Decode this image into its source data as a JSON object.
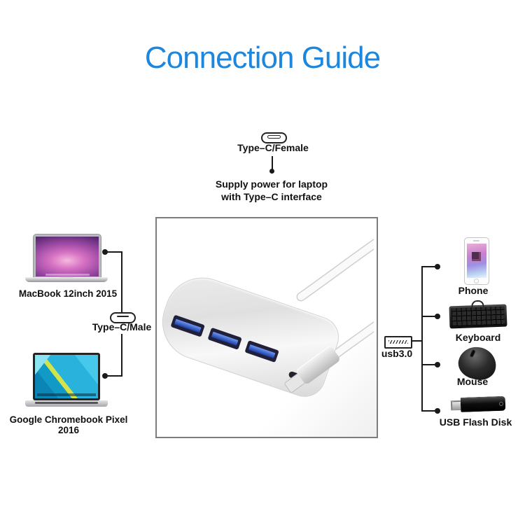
{
  "title": {
    "text": "Connection Guide"
  },
  "power_source": {
    "icon": "type-c-female-connector",
    "label": "Type–C/Female",
    "note_line1": "Supply power for laptop",
    "note_line2": "with Type–C interface"
  },
  "hosts": {
    "macbook": {
      "label": "MacBook 12inch 2015"
    },
    "connector": {
      "icon": "type-c-male-connector",
      "label": "Type–C/Male"
    },
    "chromebook": {
      "label": "Google Chromebook Pixel 2016"
    }
  },
  "hub": {
    "name": "4-port USB-C hub adapter",
    "ports": [
      "USB-A 3.0",
      "USB-A 3.0",
      "USB-A 3.0",
      "USB-C"
    ]
  },
  "peripherals": {
    "port_icon_label": "usb3.0",
    "devices": [
      {
        "name": "phone",
        "label": "Phone"
      },
      {
        "name": "keyboard",
        "label": "Keyboard"
      },
      {
        "name": "mouse",
        "label": "Mouse"
      },
      {
        "name": "usb-flash-disk",
        "label": "USB Flash Disk"
      }
    ]
  },
  "colors": {
    "accent_blue": "#1d87dd",
    "line_black": "#1a1a1a",
    "usb_port_blue": "#2a5bd7",
    "hub_silver": "#e4e4e4"
  }
}
